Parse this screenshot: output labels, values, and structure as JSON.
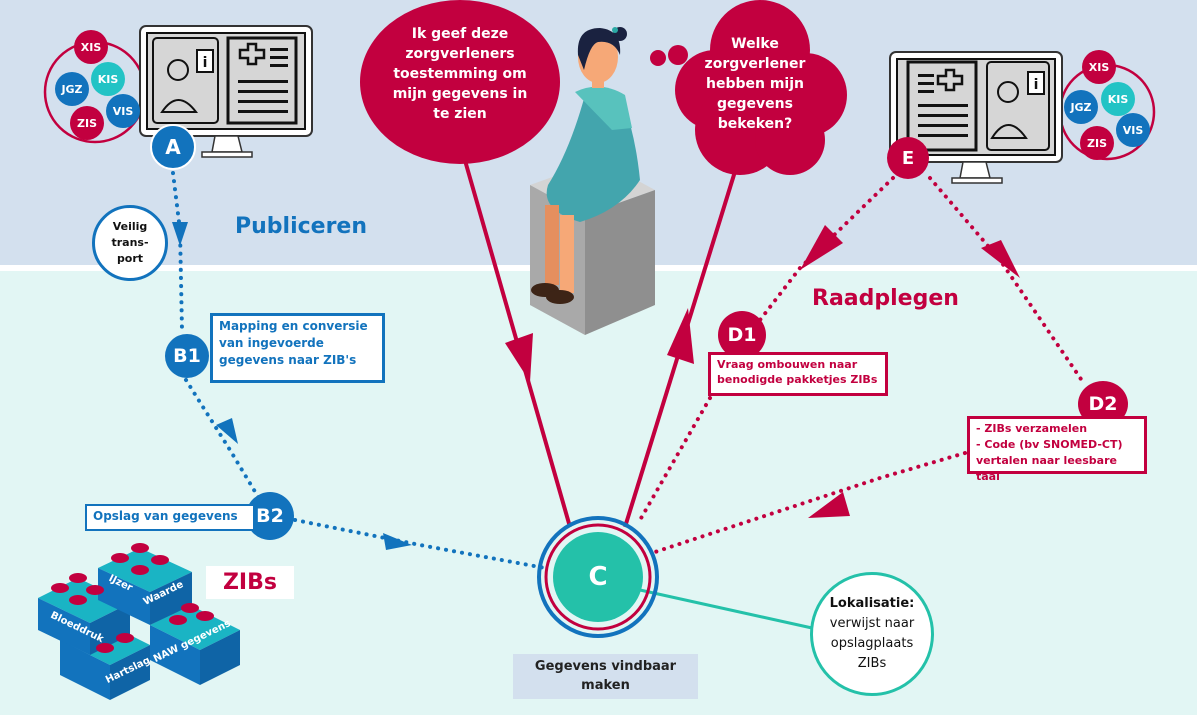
{
  "sections": {
    "publish": "Publiceren",
    "consult": "Raadplegen"
  },
  "systems_left": [
    "XIS",
    "KIS",
    "JGZ",
    "VIS",
    "ZIS"
  ],
  "systems_right": [
    "XIS",
    "KIS",
    "JGZ",
    "VIS",
    "ZIS"
  ],
  "steps": {
    "a": "A",
    "b1": "B1",
    "b2": "B2",
    "c": "C",
    "d1": "D1",
    "d2": "D2",
    "e": "E"
  },
  "notes": {
    "secure_transport": [
      "Veilig",
      "trans-",
      "port"
    ],
    "b1_box": [
      "Mapping en conversie",
      "van ingevoerde",
      "gegevens  naar ZIB's"
    ],
    "b2_box": "Opslag van gegevens",
    "d1_box": [
      "Vraag ombouwen naar",
      "benodigde pakketjes ZIBs"
    ],
    "d2_box": [
      "- ZIBs verzamelen",
      "- Code (bv SNOMED-CT)",
      "vertalen naar leesbare taal"
    ],
    "c_caption": [
      "Gegevens vindbaar",
      "maken"
    ],
    "localisation_title": "Lokalisatie:",
    "localisation_body": [
      "verwijst naar",
      "opslagplaats",
      "ZIBs"
    ],
    "zibs_label": "ZIBs"
  },
  "speech": {
    "consent": [
      "Ik geef deze",
      "zorgverleners",
      "toestemming om",
      "mijn gegevens in",
      "te zien"
    ],
    "question": [
      "Welke",
      "zorgverlener",
      "hebben mijn",
      "gegevens",
      "bekeken?"
    ]
  },
  "bricks": [
    "IJzer",
    "Waarde",
    "Bloeddruk",
    "Hartslag",
    "NAW gegevens"
  ],
  "colors": {
    "blue": "#1273bd",
    "red": "#c2003f",
    "teal": "#24c1a9",
    "cyan": "#22c3c5",
    "top_bg": "#d3e0ee",
    "bottom_bg": "#e2f6f4"
  }
}
